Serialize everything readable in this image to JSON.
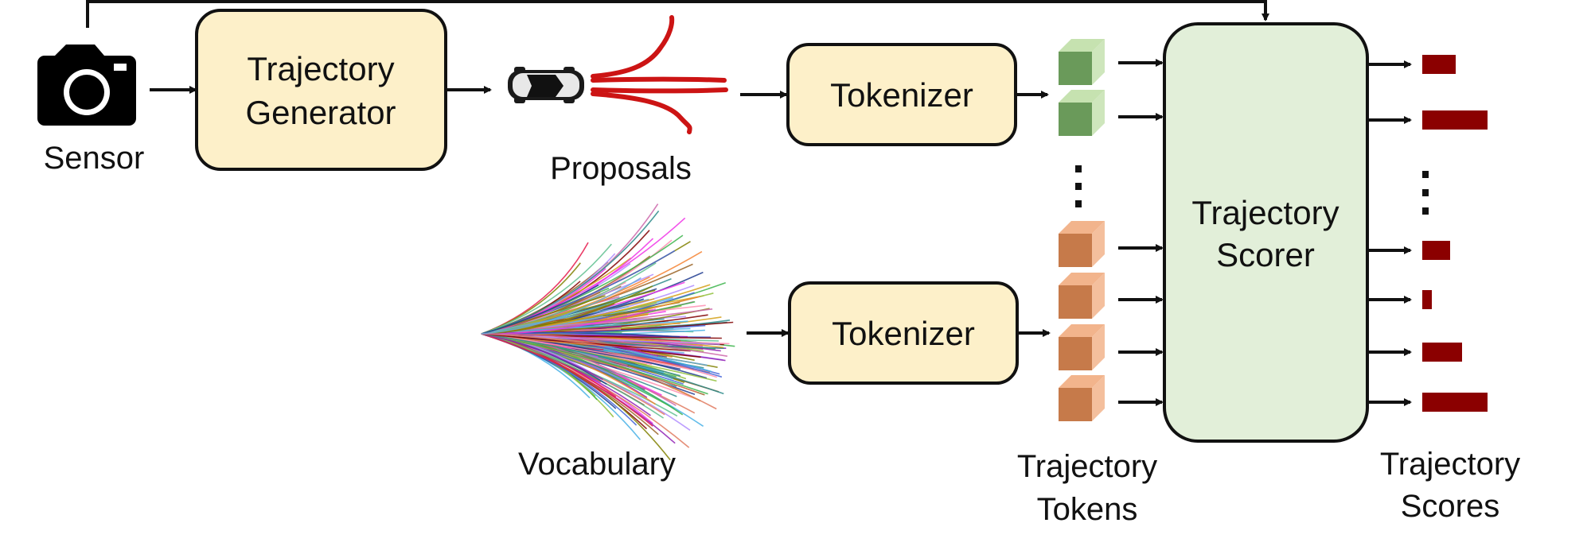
{
  "labels": {
    "sensor": "Sensor",
    "generator_line1": "Trajectory",
    "generator_line2": "Generator",
    "proposals": "Proposals",
    "tokenizer_top": "Tokenizer",
    "tokenizer_bottom": "Tokenizer",
    "vocabulary": "Vocabulary",
    "scorer_line1": "Trajectory",
    "scorer_line2": "Scorer",
    "tokens_line1": "Trajectory",
    "tokens_line2": "Tokens",
    "scores_line1": "Trajectory",
    "scores_line2": "Scores"
  },
  "colors": {
    "box_fill": "#fdf0c9",
    "scorer_fill": "#e2efd9",
    "green_token": "#6a9a5a",
    "green_token_light": "#c6e2b0",
    "orange_token": "#c67a4a",
    "orange_token_light": "#f2b48c",
    "score_bar": "#8b0000",
    "proposal_red": "#cc1414",
    "stroke": "#111111"
  },
  "icons": {
    "sensor": "camera-icon",
    "vehicle": "car-icon"
  },
  "scores": [
    0.42,
    0.82,
    0.35,
    0.12,
    0.5,
    0.82
  ]
}
